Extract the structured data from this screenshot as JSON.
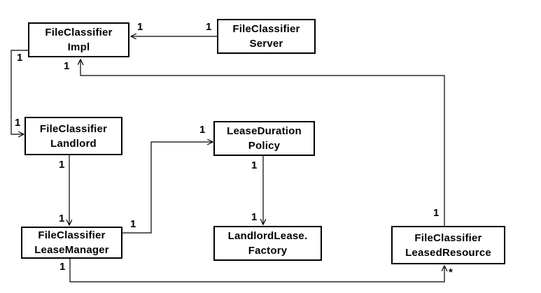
{
  "diagram": {
    "type": "uml-class-diagram",
    "background_color": "#ffffff",
    "line_color": "#000000",
    "classes": [
      {
        "name": "FileClassifierImpl",
        "line1": "FileClassifier",
        "line2": "Impl"
      },
      {
        "name": "FileClassifierServer",
        "line1": "FileClassifier",
        "line2": "Server"
      },
      {
        "name": "FileClassifierLandlord",
        "line1": "FileClassifier",
        "line2": "Landlord"
      },
      {
        "name": "LeaseDurationPolicy",
        "line1": "LeaseDuration",
        "line2": "Policy"
      },
      {
        "name": "LandlordLeaseFactory",
        "line1": "LandlordLease.",
        "line2": "Factory"
      },
      {
        "name": "FileClassifierLeaseManager",
        "line1": "FileClassifier",
        "line2": "LeaseManager"
      },
      {
        "name": "FileClassifierLeasedResource",
        "line1": "FileClassifier",
        "line2": "LeasedResource"
      }
    ],
    "associations": [
      {
        "source": "FileClassifierServer",
        "target": "FileClassifierImpl",
        "source_mult": "1",
        "target_mult": "1"
      },
      {
        "source": "FileClassifierImpl",
        "target": "FileClassifierLandlord",
        "source_mult": "1",
        "target_mult": "1"
      },
      {
        "source": "FileClassifierLandlord",
        "target": "FileClassifierLeaseManager",
        "source_mult": "1",
        "target_mult": "1"
      },
      {
        "source": "FileClassifierLeaseManager",
        "target": "LeaseDurationPolicy",
        "source_mult": "1",
        "target_mult": "1"
      },
      {
        "source": "LeaseDurationPolicy",
        "target": "LandlordLeaseFactory",
        "source_mult": "1",
        "target_mult": "1"
      },
      {
        "source": "FileClassifierLeasedResource",
        "target": "FileClassifierImpl",
        "source_mult": "1",
        "target_mult": "1"
      },
      {
        "source": "FileClassifierLeaseManager",
        "target": "FileClassifierLeasedResource",
        "source_mult": "1",
        "target_mult": "*"
      }
    ]
  }
}
